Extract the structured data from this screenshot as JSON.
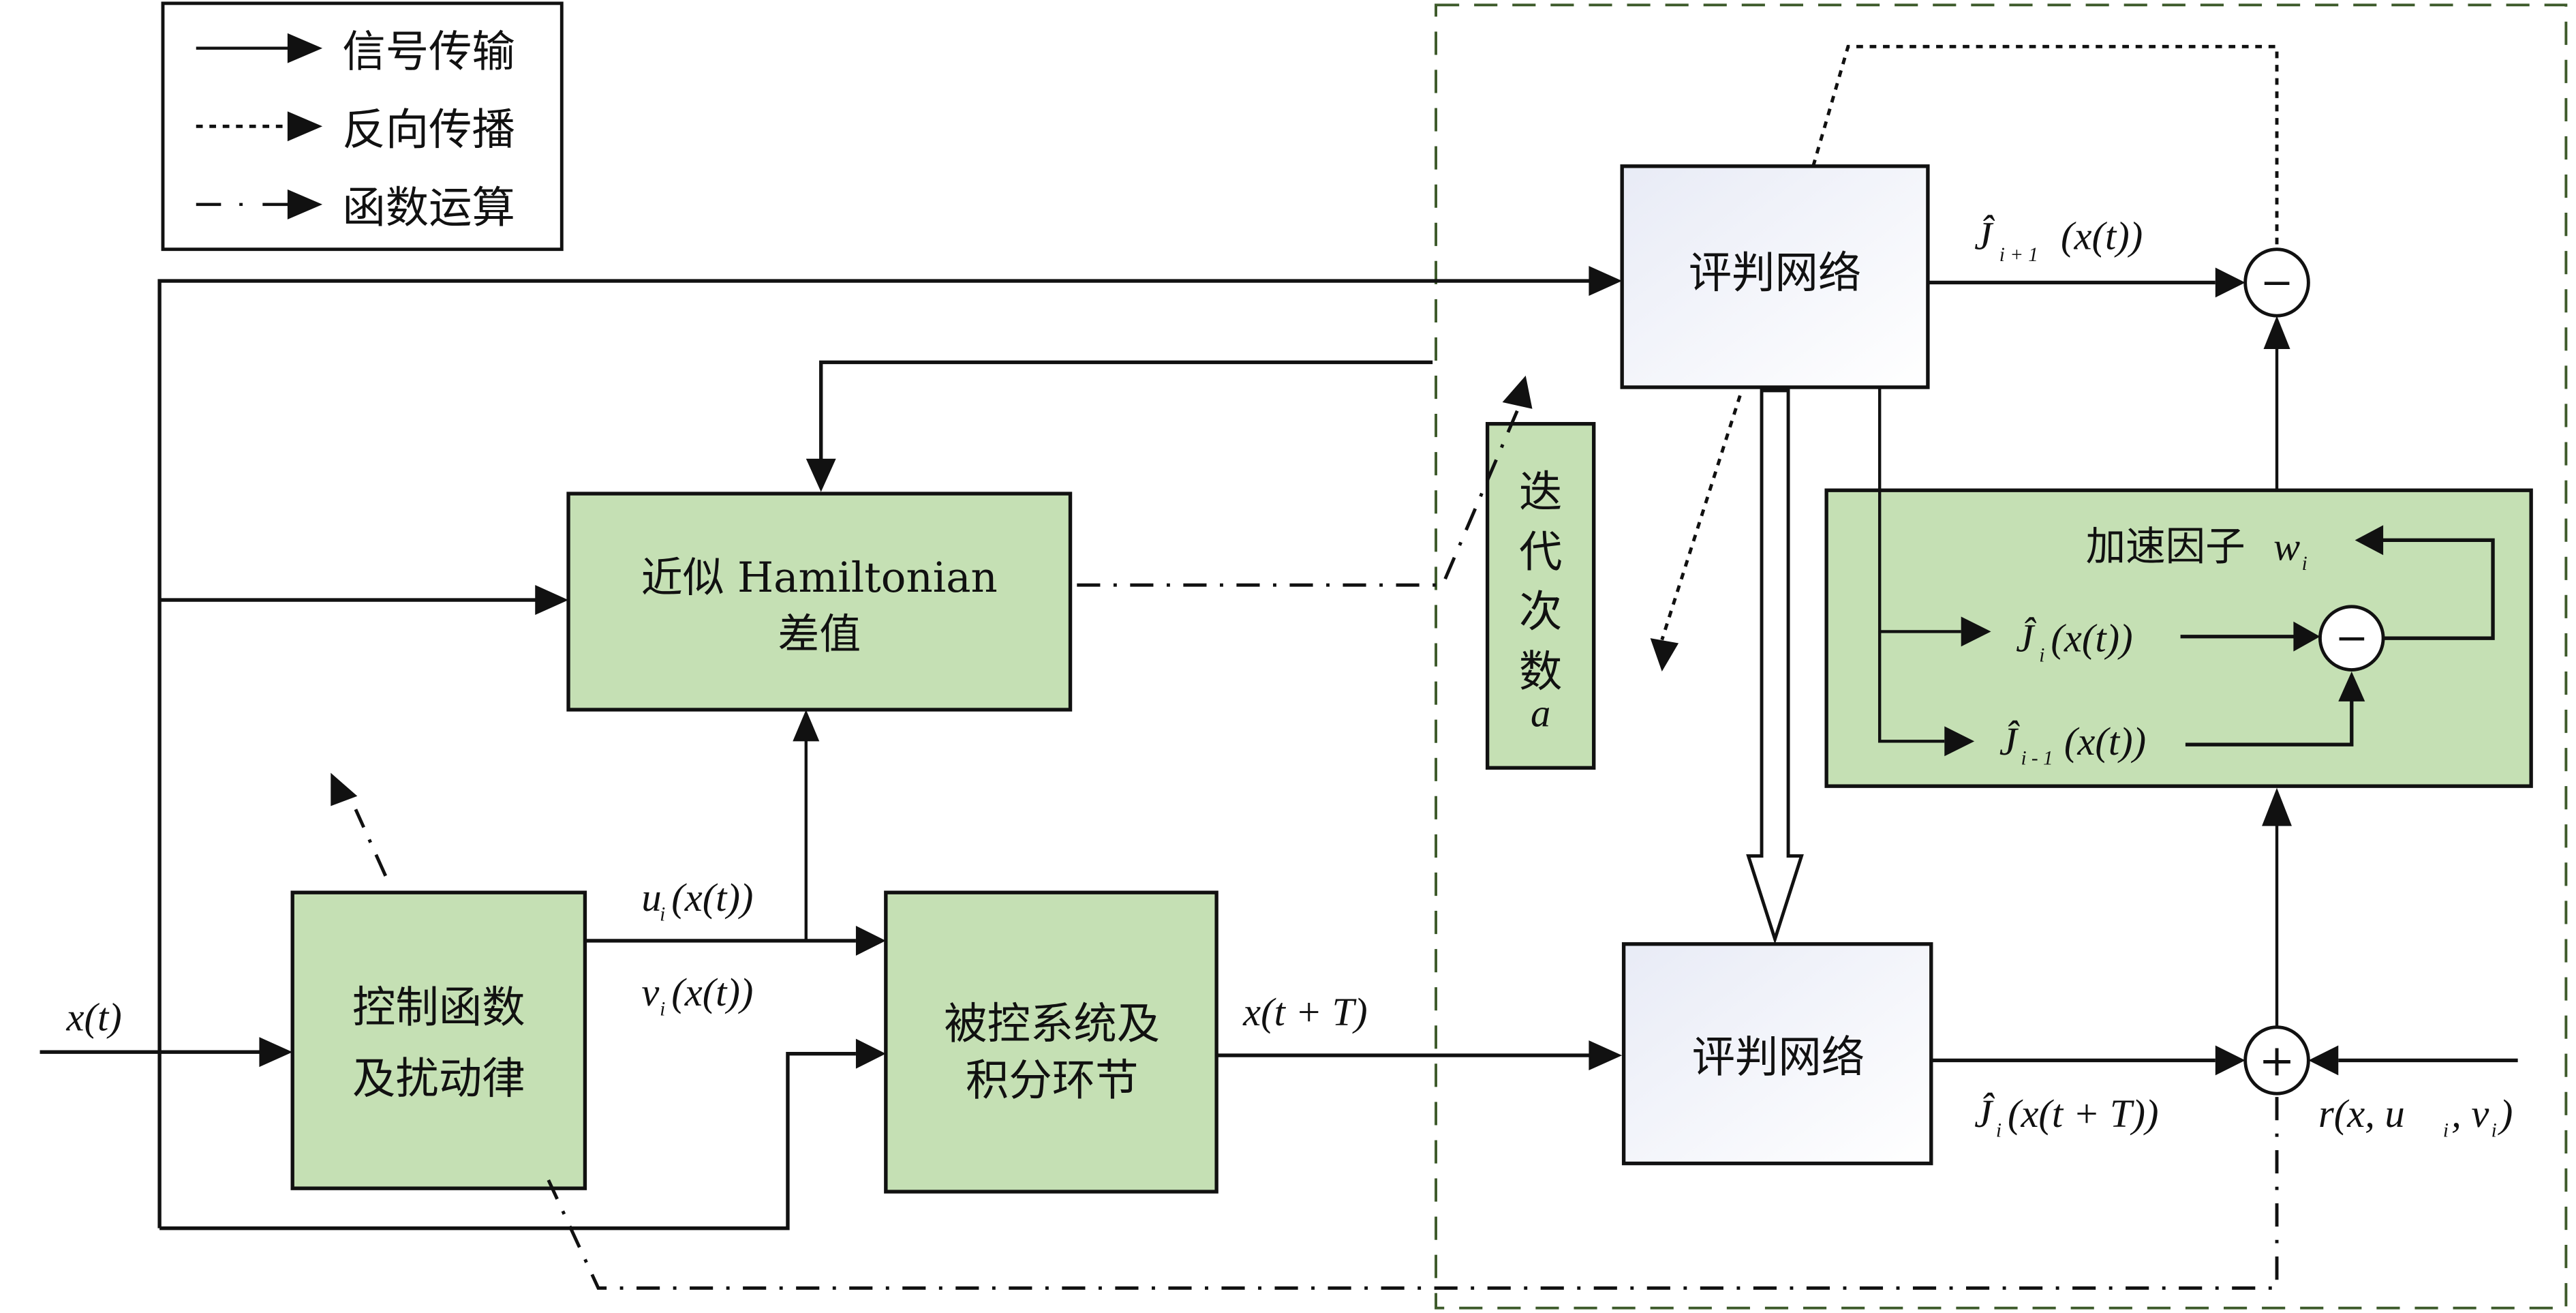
{
  "legend": {
    "items": [
      {
        "style": "solid",
        "label": "信号传输"
      },
      {
        "style": "dotted",
        "label": "反向传播"
      },
      {
        "style": "dash-dot",
        "label": "函数运算"
      }
    ]
  },
  "blocks": {
    "hamiltonian": {
      "line1": "近似 Hamiltonian",
      "line2": "差值"
    },
    "control": {
      "line1": "控制函数",
      "line2": "及扰动律"
    },
    "plant": {
      "line1": "被控系统及",
      "line2": "积分环节"
    },
    "iteration": {
      "chars": [
        "迭",
        "代",
        "次",
        "数"
      ],
      "var": "a"
    },
    "critic_top": {
      "label": "评判网络"
    },
    "critic_bottom": {
      "label": "评判网络"
    },
    "accel": {
      "label": "加速因子",
      "var": "w",
      "var_sub": "i"
    }
  },
  "signals": {
    "x_t": "x(t)",
    "u_i": {
      "main": "u",
      "sub": "i",
      "arg": "(x(t))"
    },
    "v_i": {
      "main": "v",
      "sub": "i",
      "arg": "(x(t))"
    },
    "x_t_T": "x(t + T)",
    "J_i_plus_1": {
      "main": "Ĵ",
      "sub": "i + 1",
      "arg": "(x(t))"
    },
    "J_i": {
      "main": "Ĵ",
      "sub": "i",
      "arg": "(x(t))"
    },
    "J_i_minus_1": {
      "main": "Ĵ",
      "sub": "i - 1",
      "arg": "(x(t))"
    },
    "J_i_T": {
      "main": "Ĵ",
      "sub": "i",
      "arg": "(x(t + T))"
    },
    "reward": {
      "main": "r(x, u",
      "sub1": "i",
      "mid": ", v",
      "sub2": "i",
      "end": ")"
    }
  },
  "nodes": {
    "minus_top": "−",
    "minus_inner": "−",
    "plus_bottom": "+"
  },
  "colors": {
    "block_green": "#c5e0b4",
    "region_border": "#3d5a2a",
    "critic_fill_start": "#e8ebf6",
    "critic_fill_end": "#ffffff"
  }
}
